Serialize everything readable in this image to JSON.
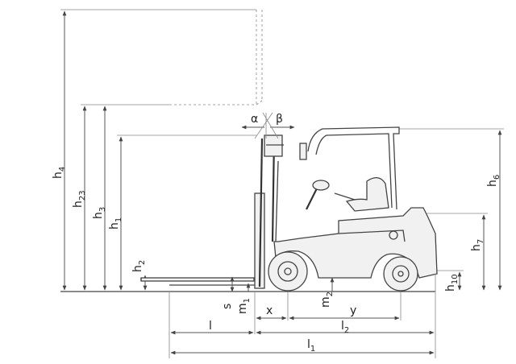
{
  "labels": {
    "h4": {
      "main": "h",
      "sub": "4"
    },
    "h23": {
      "main": "h",
      "sub": "23"
    },
    "h3": {
      "main": "h",
      "sub": "3"
    },
    "h1": {
      "main": "h",
      "sub": "1"
    },
    "h2": {
      "main": "h",
      "sub": "2"
    },
    "h6": {
      "main": "h",
      "sub": "6"
    },
    "h7": {
      "main": "h",
      "sub": "7"
    },
    "h10": {
      "main": "h",
      "sub": "10"
    },
    "m1": {
      "main": "m",
      "sub": "1"
    },
    "m2": {
      "main": "m",
      "sub": "2"
    },
    "s": {
      "main": "s",
      "sub": ""
    },
    "x": {
      "main": "x",
      "sub": ""
    },
    "y": {
      "main": "y",
      "sub": ""
    },
    "l": {
      "main": "l",
      "sub": ""
    },
    "l2": {
      "main": "l",
      "sub": "2"
    },
    "l1": {
      "main": "l",
      "sub": "1"
    },
    "alpha": {
      "main": "α",
      "sub": ""
    },
    "beta": {
      "main": "β",
      "sub": ""
    }
  }
}
